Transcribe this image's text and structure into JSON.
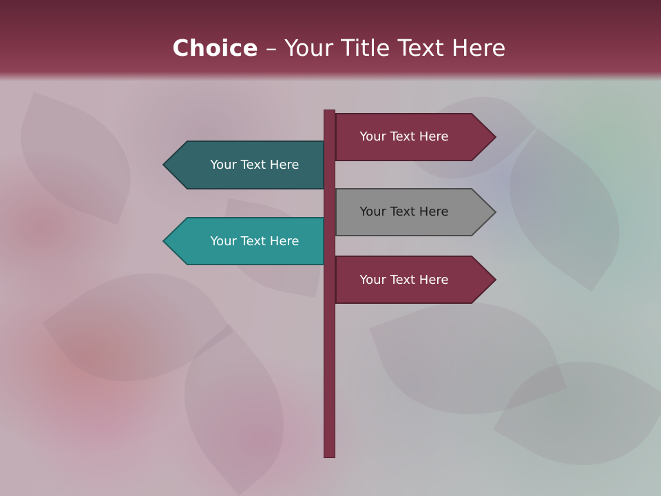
{
  "slide": {
    "title_bold": "Choice",
    "title_rest": " – Your Title Text Here"
  },
  "signs": [
    {
      "label": "Your Text Here",
      "direction": "right",
      "color": "#7f3449"
    },
    {
      "label": "Your Text Here",
      "direction": "left",
      "color": "#33646a"
    },
    {
      "label": "Your Text Here",
      "direction": "right",
      "color": "#8d8d8d"
    },
    {
      "label": "Your Text Here",
      "direction": "left",
      "color": "#2e9192"
    },
    {
      "label": "Your Text Here",
      "direction": "right",
      "color": "#7f3449"
    }
  ],
  "colors": {
    "header": "#7d3447",
    "pole": "#7d3348",
    "outline": "#4f1f2d"
  }
}
